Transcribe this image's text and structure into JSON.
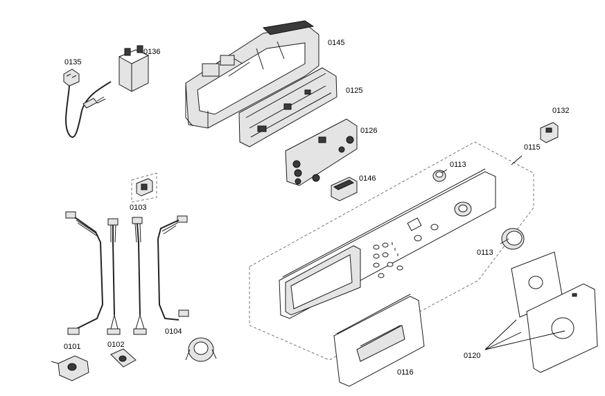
{
  "labels": {
    "l0135": "0135",
    "l0136": "0136",
    "l0145": "0145",
    "l0125": "0125",
    "l0126": "0126",
    "l0132": "0132",
    "l0115": "0115",
    "l0113a": "0113",
    "l0146": "0146",
    "l0103": "0103",
    "l0113b": "0113",
    "l0101": "0101",
    "l0102": "0102",
    "l0104": "0104",
    "l0116": "0116",
    "l0120": "0120"
  }
}
